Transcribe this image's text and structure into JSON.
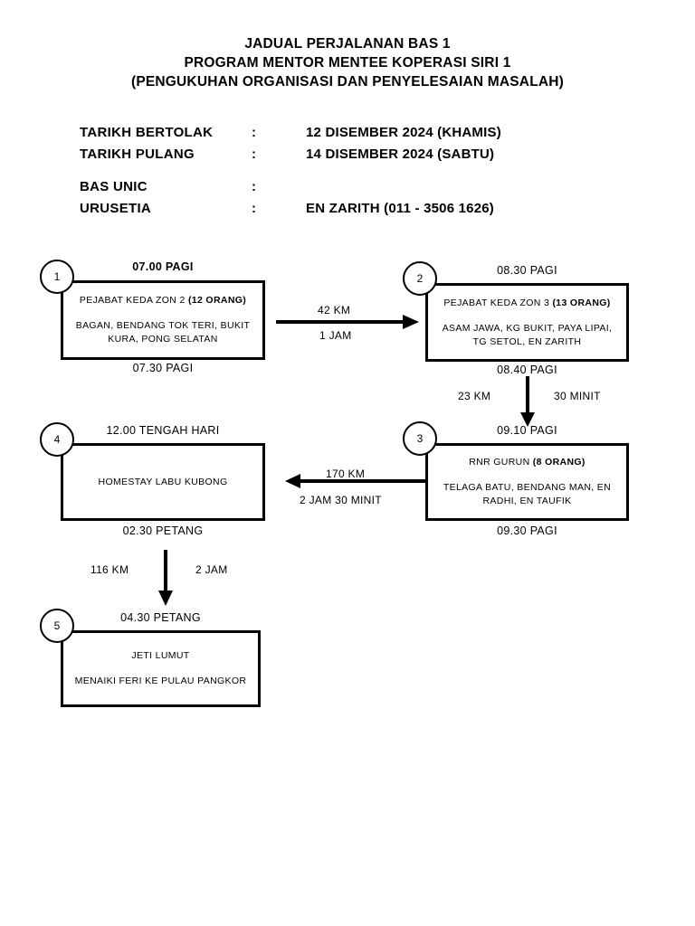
{
  "document": {
    "title_lines": [
      "JADUAL PERJALANAN BAS 1",
      "PROGRAM MENTOR MENTEE KOPERASI SIRI 1",
      "(PENGUKUHAN ORGANISASI DAN PENYELESAIAN MASALAH)"
    ]
  },
  "header_info": {
    "colon": ":",
    "rows": [
      {
        "label": "TARIKH BERTOLAK",
        "value": "12 DISEMBER 2024 (KHAMIS)"
      },
      {
        "label": "TARIKH PULANG",
        "value": "14 DISEMBER 2024 (SABTU)"
      },
      {
        "label": "BAS UNIC",
        "value": ""
      },
      {
        "label": "URUSETIA",
        "value": "EN ZARITH (011 - 3506 1626)"
      }
    ]
  },
  "chart_data": {
    "type": "diagram",
    "title": "JADUAL PERJALANAN BAS 1",
    "nodes": [
      {
        "id": "1",
        "badge": "1",
        "time_start": "07.00 PAGI",
        "time_end": "07.30 PAGI",
        "heading": "PEJABAT KEDA ZON 2 ",
        "heading_bold": "(12 ORANG)",
        "detail": "BAGAN, BENDANG TOK TERI, BUKIT KURA, PONG SELATAN"
      },
      {
        "id": "2",
        "badge": "2",
        "time_start": "08.30 PAGI",
        "time_end": "08.40 PAGI",
        "heading": "PEJABAT KEDA ZON 3 ",
        "heading_bold": "(13 ORANG)",
        "detail": "ASAM JAWA, KG BUKIT, PAYA LIPAI, TG SETOL, EN ZARITH"
      },
      {
        "id": "3",
        "badge": "3",
        "time_start": "09.10 PAGI",
        "time_end": "09.30 PAGI",
        "heading": "RNR GURUN ",
        "heading_bold": "(8 ORANG)",
        "detail": "TELAGA BATU, BENDANG MAN, EN RADHI, EN TAUFIK"
      },
      {
        "id": "4",
        "badge": "4",
        "time_start": "12.00 TENGAH HARI",
        "time_end": "02.30 PETANG",
        "heading": "HOMESTAY LABU KUBONG",
        "heading_bold": "",
        "detail": ""
      },
      {
        "id": "5",
        "badge": "5",
        "time_start": "04.30 PETANG",
        "time_end": "",
        "heading": "JETI LUMUT",
        "heading_bold": "",
        "detail": "MENAIKI FERI KE PULAU PANGKOR"
      }
    ],
    "edges": [
      {
        "from": "1",
        "to": "2",
        "direction": "right",
        "distance": "42 KM",
        "duration": "1 JAM"
      },
      {
        "from": "2",
        "to": "3",
        "direction": "down",
        "distance": "23 KM",
        "duration": "30 MINIT"
      },
      {
        "from": "3",
        "to": "4",
        "direction": "left",
        "distance": "170 KM",
        "duration": "2 JAM 30 MINIT"
      },
      {
        "from": "4",
        "to": "5",
        "direction": "down",
        "distance": "116 KM",
        "duration": "2 JAM"
      }
    ]
  }
}
